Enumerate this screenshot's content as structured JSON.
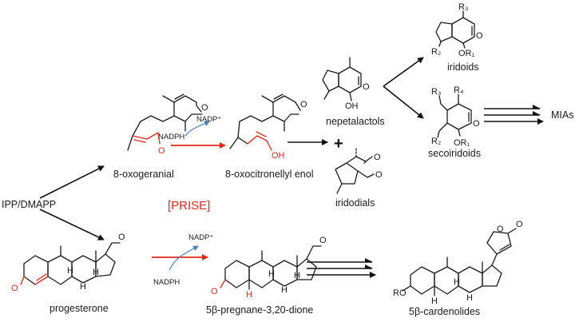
{
  "labels": {
    "start": "IPP/DMAPP",
    "oxogeranial": "8-oxogeranial",
    "oxocitronellyl_enol": "8-oxocitronellyl enol",
    "nepetalactols": "nepetalactols",
    "iridodials": "iridodials",
    "iridoids": "iridoids",
    "secoiridoids": "secoiridoids",
    "mias": "MIAs",
    "prise": "[PRISE]",
    "progesterone": "progesterone",
    "pregnanedione": "5β-pregnane-3,20-dione",
    "cardenolides": "5β-cardenolides"
  },
  "cofactors": {
    "top_out": "NADP⁺",
    "top_in": "NADPH",
    "bottom_out": "NADP⁺",
    "bottom_in": "NADPH"
  },
  "atoms": {
    "oxygen": "O",
    "hydroxyl": "OH",
    "hydrogen": "H",
    "ether": "RO",
    "r1_ether": "OR₁",
    "r2": "R₂",
    "r3": "R₃",
    "r4": "R₄",
    "plus": "+"
  },
  "colors": {
    "highlight": "#e0281e",
    "cofactor_arrow": "#4d7fb8"
  }
}
